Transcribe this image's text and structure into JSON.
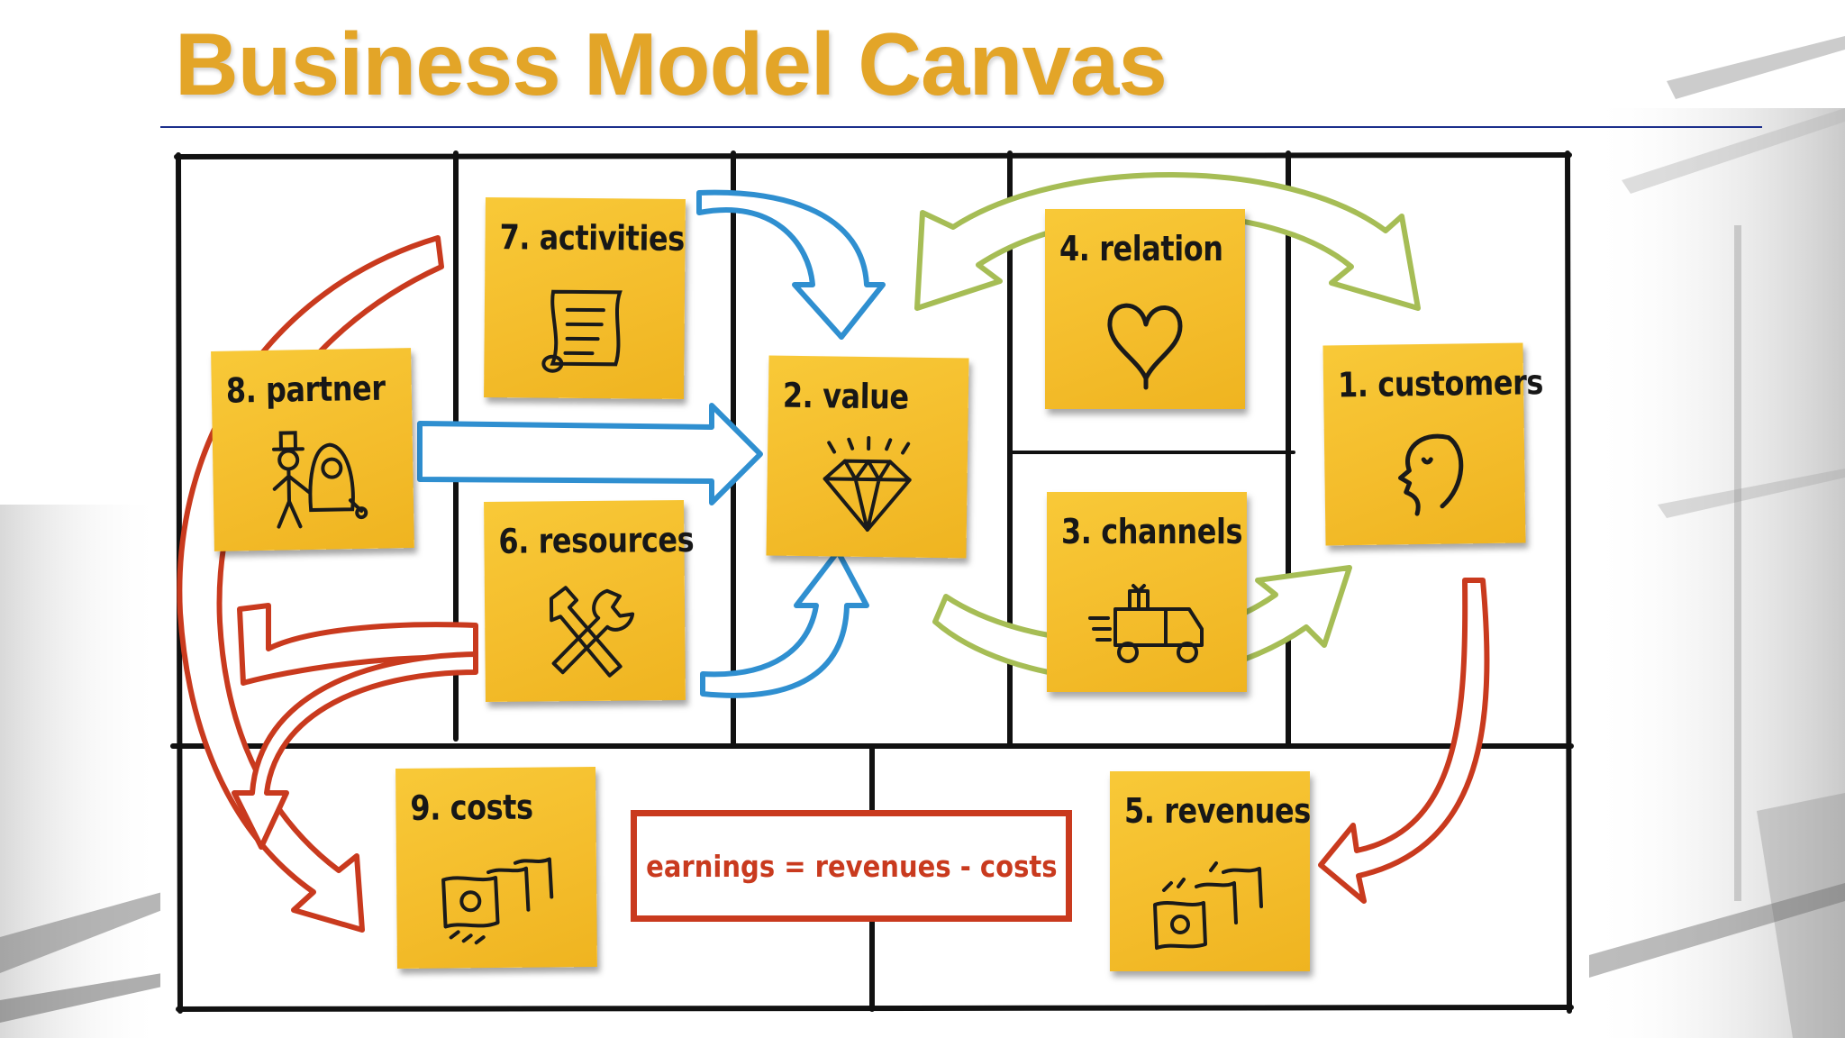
{
  "slide": {
    "title": "Business Model Canvas",
    "accent_color": "#e3a528",
    "rule_color": "#1c2f8c"
  },
  "canvas": {
    "notes": {
      "partner": {
        "label": "8. partner",
        "icon": "bride-groom-icon"
      },
      "activities": {
        "label": "7. activities",
        "icon": "scroll-icon"
      },
      "resources": {
        "label": "6. resources",
        "icon": "tools-icon"
      },
      "value": {
        "label": "2. value",
        "icon": "diamond-icon"
      },
      "relation": {
        "label": "4. relation",
        "icon": "heart-icon"
      },
      "channels": {
        "label": "3. channels",
        "icon": "truck-icon"
      },
      "customers": {
        "label": "1. customers",
        "icon": "face-icon"
      },
      "costs": {
        "label": "9. costs",
        "icon": "money-icon"
      },
      "revenues": {
        "label": "5. revenues",
        "icon": "money-icon"
      }
    },
    "formula": "earnings = revenues - costs",
    "colors": {
      "note": "#f4bd2c",
      "blue_arrow": "#2f8fd0",
      "green_arrow": "#a6bd55",
      "red_arrow": "#c93a1e",
      "grid": "#111111"
    }
  }
}
